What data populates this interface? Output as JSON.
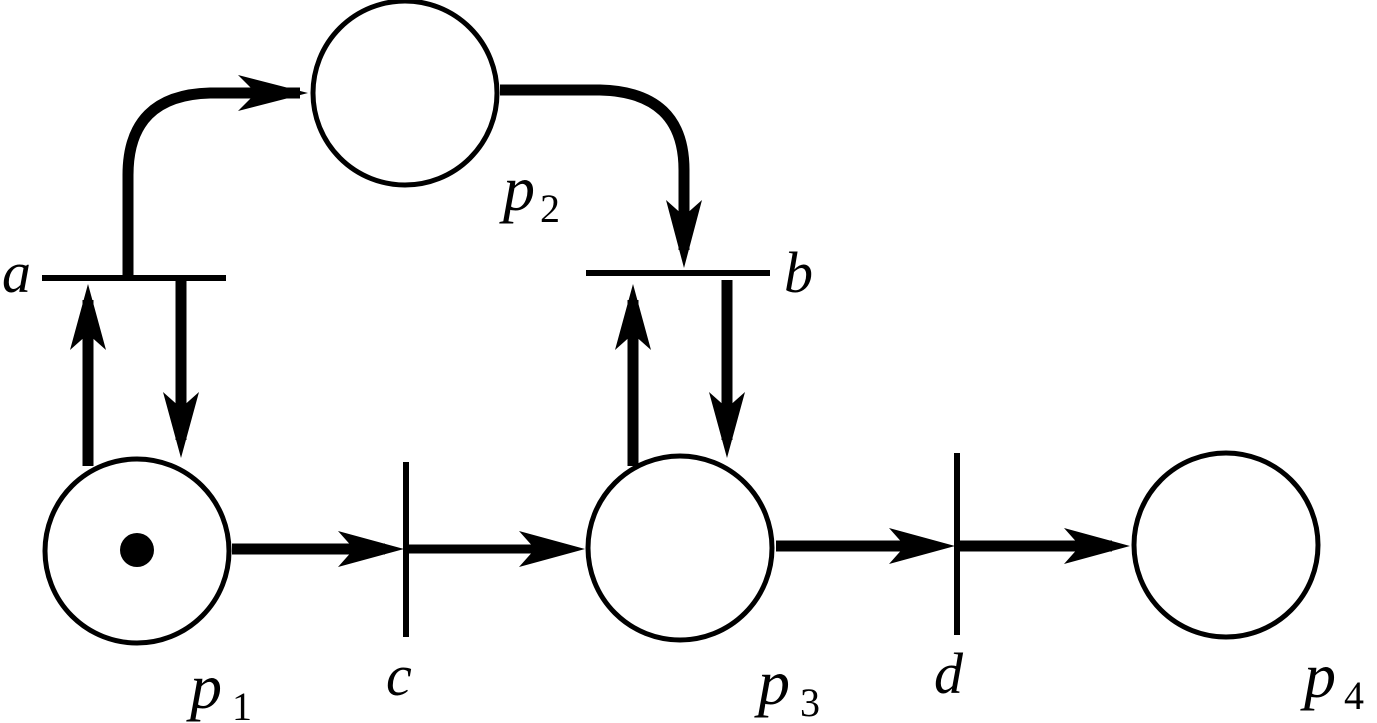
{
  "diagram": {
    "type": "petri-net",
    "places": [
      {
        "id": "p1",
        "label": "p",
        "subscript": "1",
        "tokens": 1
      },
      {
        "id": "p2",
        "label": "p",
        "subscript": "2",
        "tokens": 0
      },
      {
        "id": "p3",
        "label": "p",
        "subscript": "3",
        "tokens": 0
      },
      {
        "id": "p4",
        "label": "p",
        "subscript": "4",
        "tokens": 0
      }
    ],
    "transitions": [
      {
        "id": "a",
        "label": "a"
      },
      {
        "id": "b",
        "label": "b"
      },
      {
        "id": "c",
        "label": "c"
      },
      {
        "id": "d",
        "label": "d"
      }
    ],
    "arcs": [
      {
        "from": "a",
        "to": "p2"
      },
      {
        "from": "p2",
        "to": "b"
      },
      {
        "from": "p1",
        "to": "a"
      },
      {
        "from": "a",
        "to": "p1"
      },
      {
        "from": "p3",
        "to": "b"
      },
      {
        "from": "b",
        "to": "p3"
      },
      {
        "from": "p1",
        "to": "c"
      },
      {
        "from": "c",
        "to": "p3"
      },
      {
        "from": "p3",
        "to": "d"
      },
      {
        "from": "d",
        "to": "p4"
      }
    ],
    "colors": {
      "stroke": "#000000",
      "background": "#ffffff"
    }
  }
}
